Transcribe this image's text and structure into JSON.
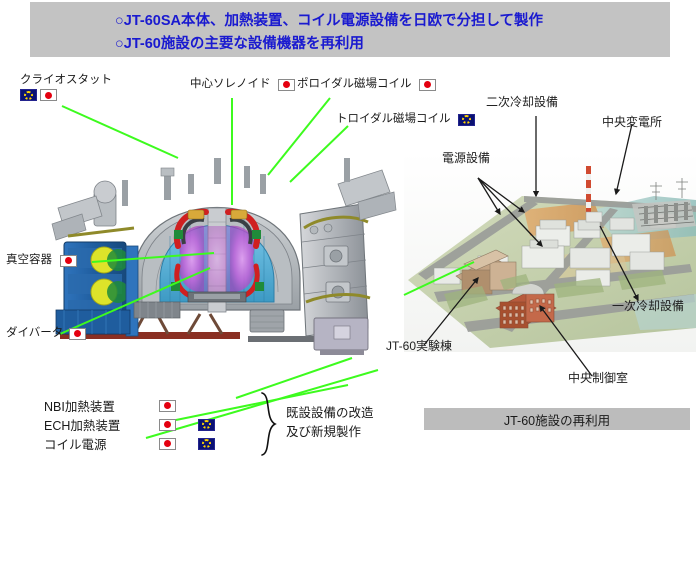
{
  "header": {
    "line1": "○JT-60SA本体、加熱装置、コイル電源設備を日欧で分担して製作",
    "line2": "○JT-60施設の主要な設備機器を再利用",
    "band_color": "#c3c3c3",
    "text_color": "#1a1ad0"
  },
  "machine_labels": [
    {
      "id": "cryostat",
      "text": "クライオスタット",
      "flags": [
        "EU",
        "JP"
      ]
    },
    {
      "id": "central-solenoid",
      "text": "中心ソレノイド",
      "flags": [
        "JP"
      ]
    },
    {
      "id": "poloidal-coil",
      "text": "ポロイダル磁場コイル",
      "flags": [
        "JP"
      ]
    },
    {
      "id": "toroidal-coil",
      "text": "トロイダル磁場コイル",
      "flags": [
        "EU"
      ]
    },
    {
      "id": "vacuum-vessel",
      "text": "真空容器",
      "flags": [
        "JP"
      ]
    },
    {
      "id": "divertor",
      "text": "ダイバータ",
      "flags": [
        "JP"
      ]
    }
  ],
  "legend": {
    "rows": [
      {
        "name": "NBI加熱装置",
        "jp": true,
        "eu": false
      },
      {
        "name": "ECH加熱装置",
        "jp": true,
        "eu": true
      },
      {
        "name": "コイル電源",
        "jp": true,
        "eu": true
      }
    ],
    "note_line1": "既設設備の改造",
    "note_line2": "及び新規製作"
  },
  "photo_labels": [
    {
      "id": "secondary-cooling",
      "text": "二次冷却設備"
    },
    {
      "id": "substation",
      "text": "中央変電所"
    },
    {
      "id": "power-supply",
      "text": "電源設備"
    },
    {
      "id": "primary-cooling",
      "text": "一次冷却設備"
    },
    {
      "id": "experiment-hall",
      "text": "JT-60実験棟"
    },
    {
      "id": "control-room",
      "text": "中央制御室"
    }
  ],
  "photo_caption": "JT-60施設の再利用",
  "colors": {
    "leader_green": "#3dfb1e",
    "arrow_black": "#111111",
    "flag_jp_red": "#e4000f",
    "flag_eu_blue": "#0a1172",
    "flag_eu_yellow": "#ffd400",
    "caption_bg": "#bcbcbc"
  }
}
